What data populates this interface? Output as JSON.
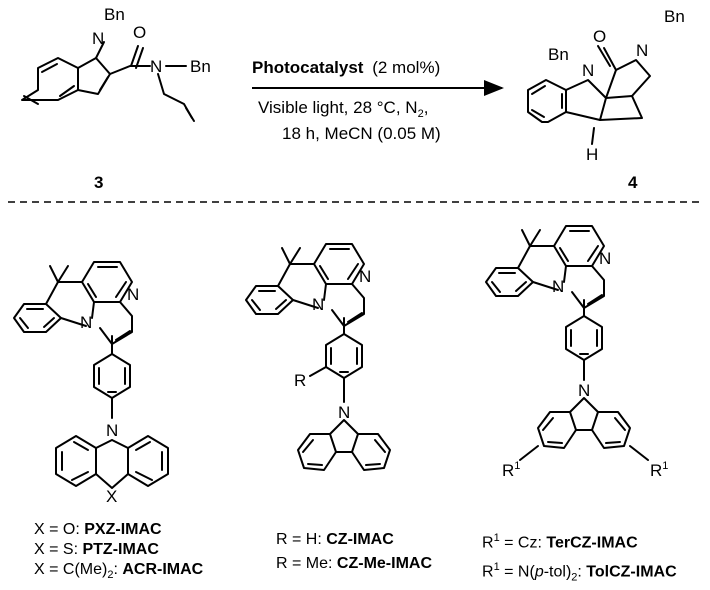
{
  "reaction": {
    "reactant_label": "3",
    "product_label": "4",
    "catalyst_bold": "Photocatalyst",
    "catalyst_rest": "(2 mol%)",
    "cond_line2": "Visible light, 28 °C, N",
    "cond_line2_sub": "2",
    "cond_line2_end": ",",
    "cond_line3": "18 h,  MeCN (0.05 M)"
  },
  "atoms": {
    "bn": "Bn",
    "n": "N",
    "o": "O",
    "h": "H",
    "x": "X",
    "r": "R",
    "r1": "R",
    "r1_sup": "1"
  },
  "legend_left": [
    {
      "pre": "X = O: ",
      "name": "PXZ-IMAC"
    },
    {
      "pre": "X = S: ",
      "name": "PTZ-IMAC"
    },
    {
      "pre": "X = C(Me)",
      "sub": "2",
      "post": ": ",
      "name": "ACR-IMAC"
    }
  ],
  "legend_mid": [
    {
      "pre": "R = H: ",
      "name": "CZ-IMAC"
    },
    {
      "pre": "R = Me: ",
      "name": "CZ-Me-IMAC"
    }
  ],
  "legend_right": [
    {
      "pre": "R",
      "sup": "1",
      "post": " = Cz: ",
      "name": "TerCZ-IMAC"
    },
    {
      "pre": "R",
      "sup": "1",
      "post": " = N(",
      "ital": "p",
      "post2": "-tol)",
      "sub": "2",
      "post3": ": ",
      "name": "TolCZ-IMAC"
    }
  ]
}
